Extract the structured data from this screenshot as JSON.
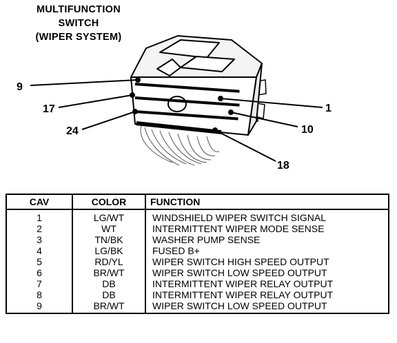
{
  "title": {
    "line1": "MULTIFUNCTION",
    "line2": "SWITCH",
    "line3": "(WIPER SYSTEM)"
  },
  "pin_callouts": [
    "9",
    "17",
    "24",
    "1",
    "10",
    "18"
  ],
  "table": {
    "headers": [
      "CAV",
      "COLOR",
      "FUNCTION"
    ],
    "rows": [
      [
        "1",
        "LG/WT",
        "WINDSHIELD WIPER SWITCH SIGNAL"
      ],
      [
        "2",
        "WT",
        "INTERMITTENT WIPER MODE SENSE"
      ],
      [
        "3",
        "TN/BK",
        "WASHER PUMP SENSE"
      ],
      [
        "4",
        "LG/BK",
        "FUSED B+"
      ],
      [
        "5",
        "RD/YL",
        "WIPER SWITCH HIGH SPEED OUTPUT"
      ],
      [
        "6",
        "BR/WT",
        "WIPER SWITCH LOW SPEED OUTPUT"
      ],
      [
        "7",
        "DB",
        "INTERMITTENT WIPER RELAY OUTPUT"
      ],
      [
        "8",
        "DB",
        "INTERMITTENT WIPER RELAY OUTPUT"
      ],
      [
        "9",
        "BR/WT",
        "WIPER SWITCH LOW SPEED OUTPUT"
      ]
    ]
  }
}
